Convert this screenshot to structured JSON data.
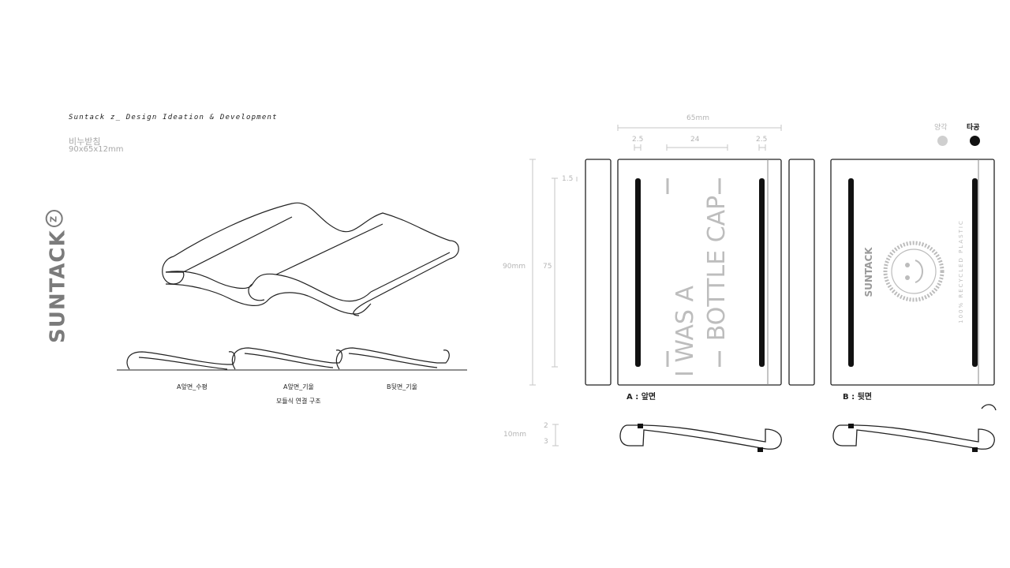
{
  "brand": {
    "name": "SUNTACK",
    "mark": "Z"
  },
  "header": {
    "title": "Suntack z_ Design Ideation & Development",
    "item_name": "비누받침",
    "item_size": "90x65x12mm"
  },
  "isometric": {
    "captions": [
      "A앞면_수평",
      "A앞면_기울",
      "B뒷면_기울"
    ],
    "structure_caption": "모듈식 연결 구조"
  },
  "dimensions": {
    "total_width": "65mm",
    "margin_left": "2.5",
    "slot_gap": "24",
    "margin_right": "2.5",
    "edge": "1.5",
    "total_height": "90mm",
    "slot_height": "75",
    "thickness_total": "10mm",
    "thickness_top": "2",
    "thickness_bottom": "3"
  },
  "legend": {
    "emboss": {
      "label": "양각",
      "color": "#cfcfcf"
    },
    "perforation": {
      "label": "타공",
      "color": "#111111"
    }
  },
  "front_view": {
    "label": "A : 앞면",
    "engraving_line1": "I WAS A",
    "engraving_line2": "BOTTLE CAP"
  },
  "back_view": {
    "label": "B : 뒷면",
    "logo": "SUNTACK",
    "side_text": "100% RECYCLED PLASTIC"
  }
}
